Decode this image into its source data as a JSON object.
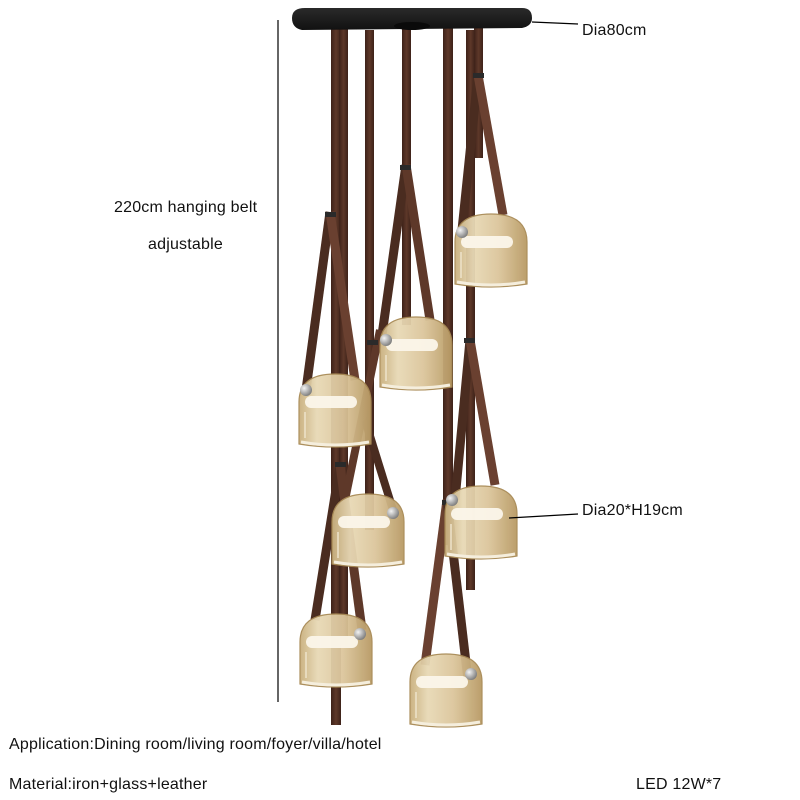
{
  "product": {
    "type": "pendant chandelier",
    "lamp_count": 7,
    "colors": {
      "canopy": "#1c1c1c",
      "belt": "#4a2c20",
      "belt_light": "#6b4030",
      "glass": "#d9c49a",
      "glass_light": "#efe3c6",
      "knob": "#c8c8c8",
      "annotation_line": "#000000",
      "text": "#111111"
    }
  },
  "annotations": {
    "canopy_diameter": "Dia80cm",
    "belt_length_line1": "220cm hanging belt",
    "belt_length_line2": "adjustable",
    "shade_size": "Dia20*H19cm"
  },
  "specs": {
    "application": "Application:Dining room/living room/foyer/villa/hotel",
    "material": "Material:iron+glass+leather",
    "power": "LED 12W*7"
  }
}
